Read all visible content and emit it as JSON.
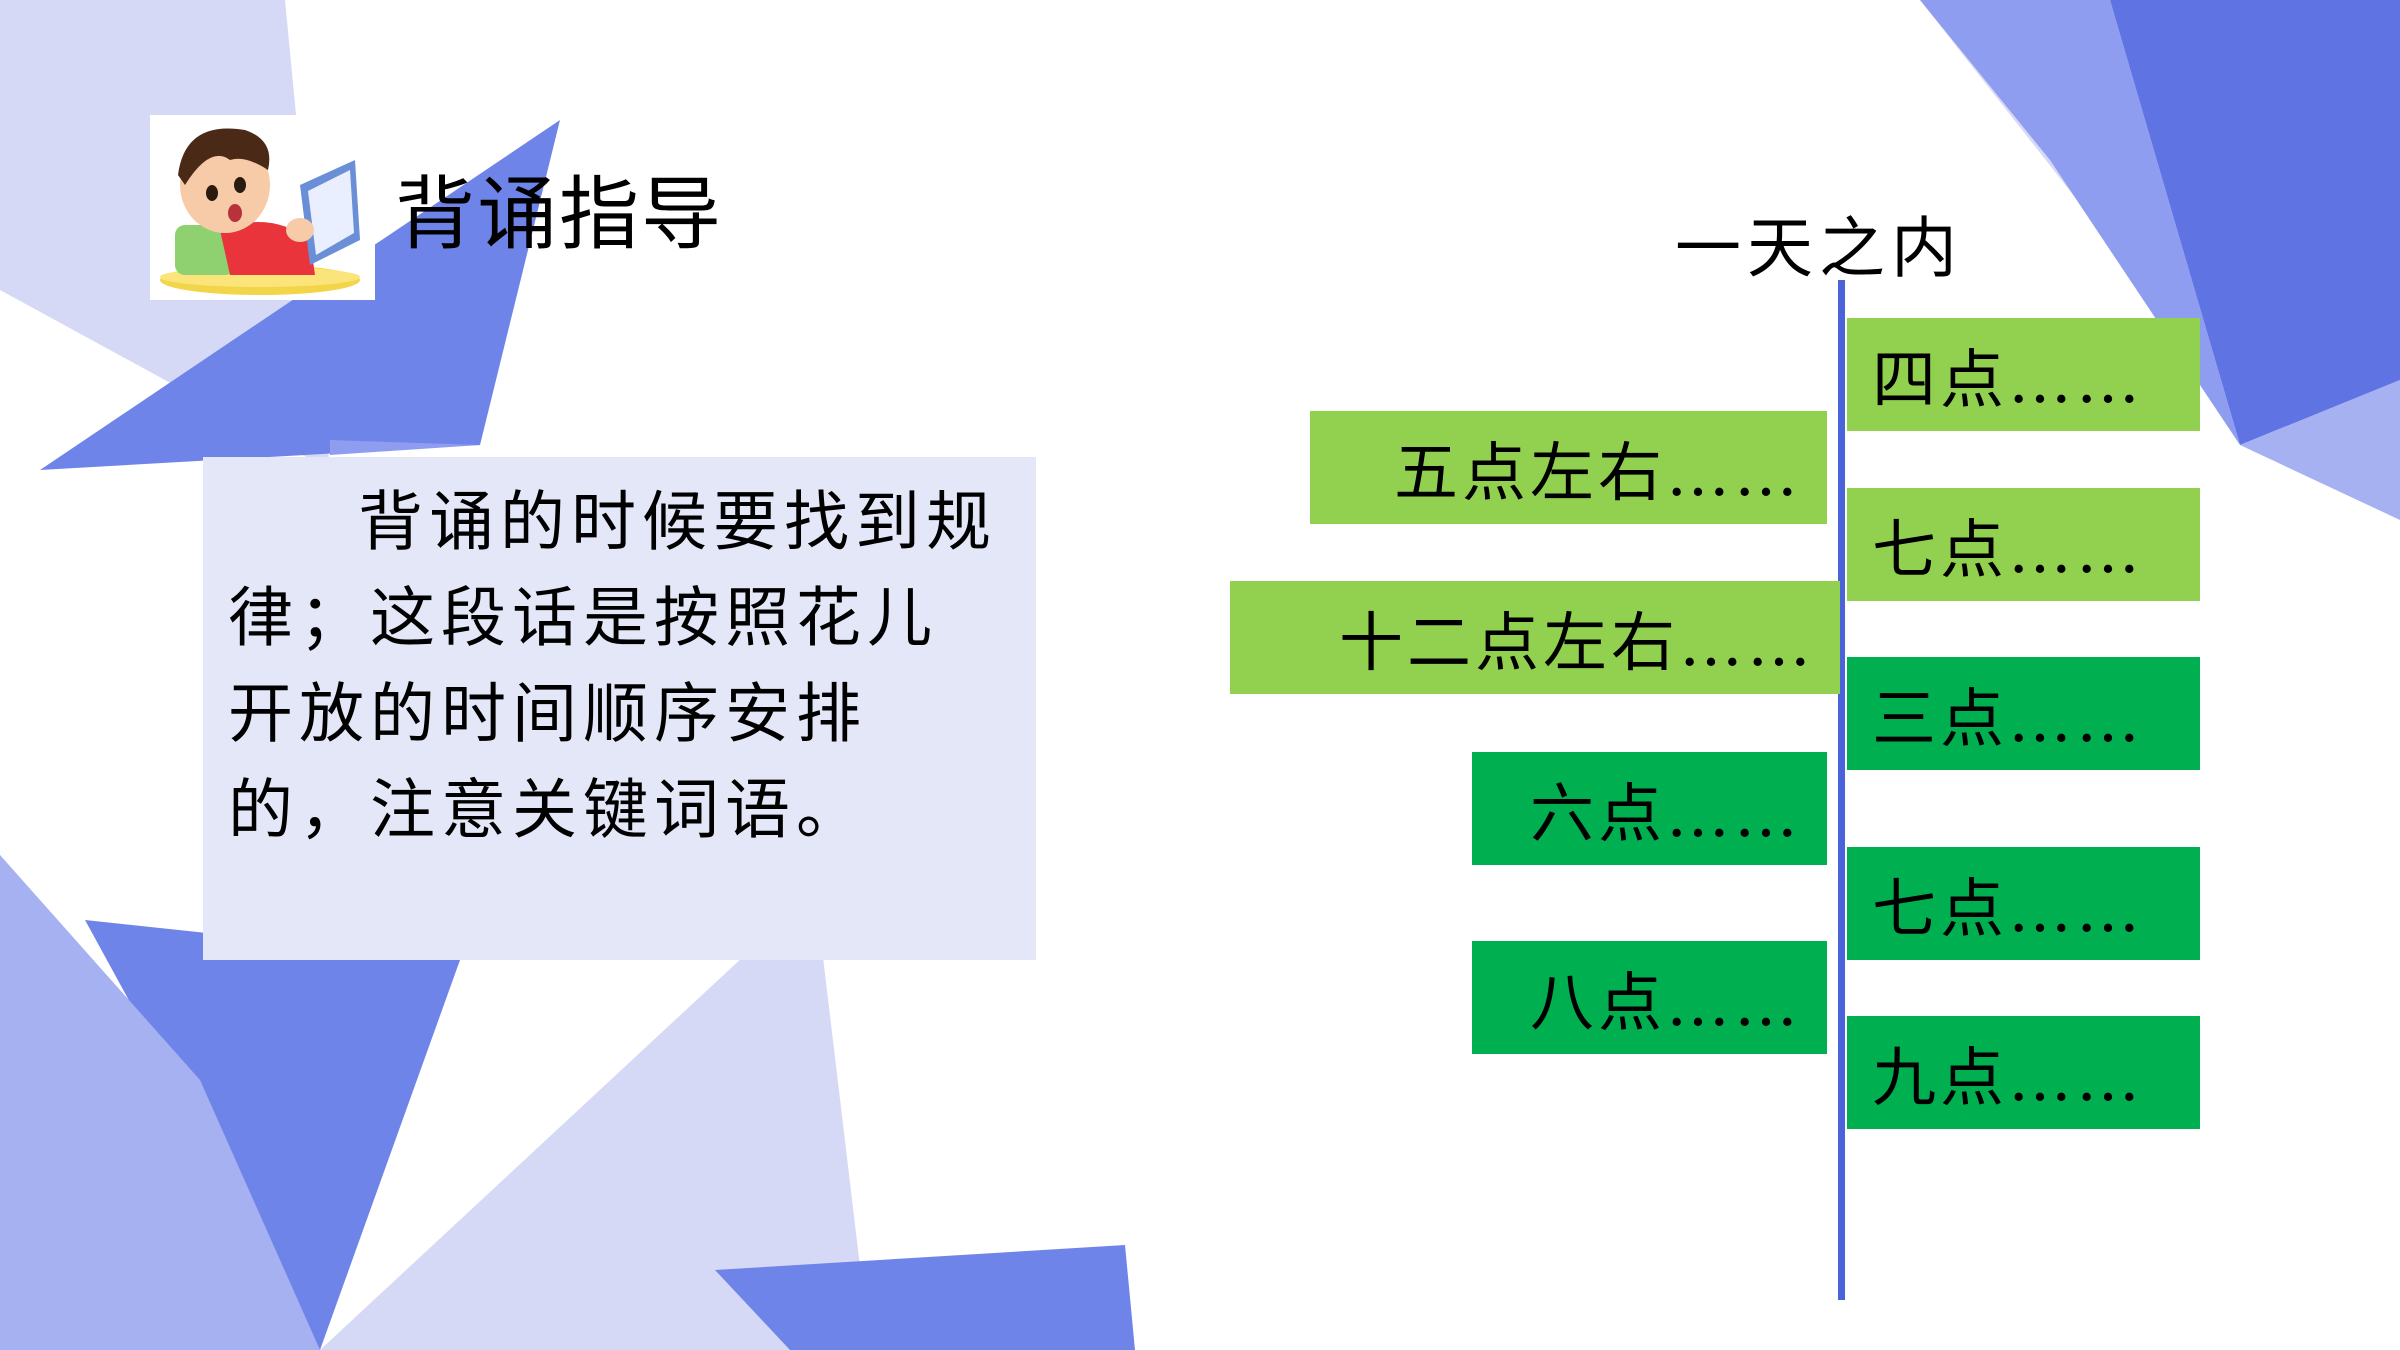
{
  "header": {
    "title": "背诵指导"
  },
  "guide": {
    "text": "背诵的时候要找到规律；这段话是按照花儿开放的时间顺序安排的，注意关键词语。"
  },
  "timeline": {
    "title": "一天之内",
    "left_items": [
      {
        "label": "五点左右……"
      },
      {
        "label": "十二点左右……"
      },
      {
        "label": "六点……"
      },
      {
        "label": "八点……"
      }
    ],
    "right_items": [
      {
        "label": "四点……"
      },
      {
        "label": "七点……"
      },
      {
        "label": "三点……"
      },
      {
        "label": "七点……"
      },
      {
        "label": "九点……"
      }
    ]
  },
  "colors": {
    "light_green": "#92d050",
    "dark_green": "#00b050",
    "axis_blue": "#4a63d8",
    "panel": "#e4e7f8"
  }
}
